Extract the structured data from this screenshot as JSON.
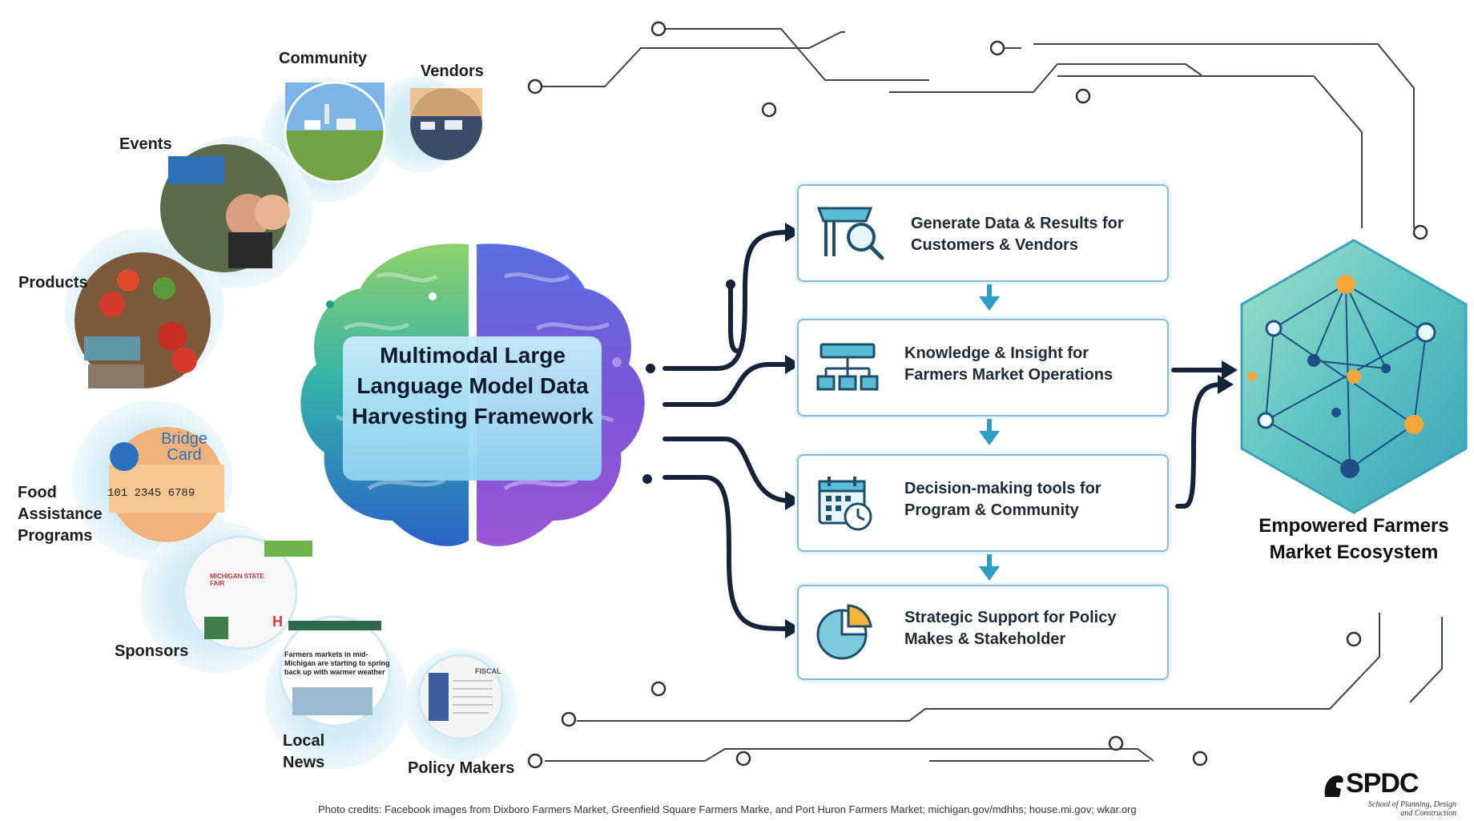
{
  "sources": {
    "community": "Community",
    "vendors": "Vendors",
    "events": "Events",
    "products": "Products",
    "food_assistance": "Food Assistance Programs",
    "sponsors": "Sponsors",
    "local_news": "Local News",
    "policy_makers": "Policy Makers"
  },
  "photo_text": {
    "bridge_card_title": "Bridge Card",
    "bridge_card_number": "101 2345 6789",
    "news_headline": "Farmers markets in mid-Michigan are starting to spring back up with warmer weather",
    "state_fair": "MICHIGAN STATE FAIR",
    "fiscal": "FISCAL"
  },
  "brain": {
    "title": "Multimodal Large Language Model Data Harvesting Framework"
  },
  "outputs": [
    {
      "text": "Generate Data & Results for Customers & Vendors",
      "icon": "market-stall-magnifier-icon"
    },
    {
      "text": "Knowledge & Insight for Farmers Market Operations",
      "icon": "org-chart-icon"
    },
    {
      "text": "Decision-making tools for Program & Community",
      "icon": "calendar-clock-icon"
    },
    {
      "text": "Strategic Support for Policy Makes & Stakeholder",
      "icon": "pie-chart-icon"
    }
  ],
  "ecosystem": {
    "title": "Empowered Farmers Market Ecosystem",
    "icon": "network-hexagon-icon"
  },
  "footer": {
    "credits": "Photo credits: Facebook images from Dixboro Farmers Market, Greenfield Square Farmers Marke, and Port Huron Farmers Market; michigan.gov/mdhhs; house.mi.gov; wkar.org",
    "logo_text": "SPDC",
    "logo_subtext": "School of Planning, Design and Construction"
  },
  "colors": {
    "navy": "#14233a",
    "teal_arrow": "#2e9dc8",
    "box_border": "#7fbfd6",
    "halo": "#d6eef6"
  }
}
